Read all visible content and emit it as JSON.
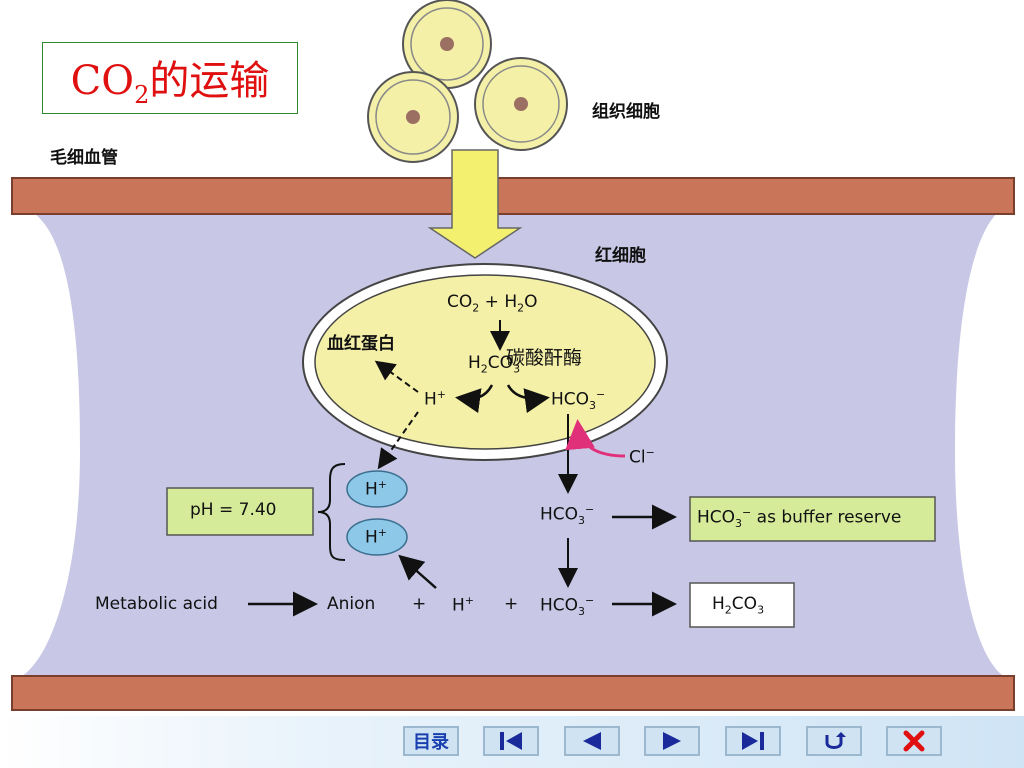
{
  "slide": {
    "title_main": "CO",
    "title_sub": "2",
    "title_rest": "的运输",
    "labels": {
      "capillary": "毛细血管",
      "tissue_cells": "组织细胞",
      "red_blood_cell": "红细胞",
      "hemoglobin": "血红蛋白",
      "carbonic_anhydrase": "碳酸酐酶"
    },
    "reactions": {
      "co2_h2o": {
        "a": "CO",
        "a_sub": "2",
        "op": " + H",
        "b_sub": "2",
        "b": "O"
      },
      "h2co3_inside": {
        "a": "H",
        "a_sub": "2",
        "b": "CO",
        "b_sub": "3"
      },
      "h_plus_inside": {
        "base": "H",
        "sup": "+"
      },
      "hco3_inside": {
        "base": "HCO",
        "sub": "3",
        "sup": "−"
      },
      "cl_minus": {
        "base": "Cl",
        "sup": "−"
      },
      "hco3_plasma": {
        "base": "HCO",
        "sub": "3",
        "sup": "−"
      },
      "h_plus_buffer_1": {
        "base": "H",
        "sup": "+"
      },
      "h_plus_buffer_2": {
        "base": "H",
        "sup": "+"
      },
      "ph": "pH = 7.40",
      "buffer_reserve": {
        "base": "HCO",
        "sub": "3",
        "sup": "−",
        "rest": " as buffer reserve"
      },
      "metabolic_acid": "Metabolic acid",
      "anion": "Anion",
      "plus1": "+",
      "h_plus_bottom": {
        "base": "H",
        "sup": "+"
      },
      "plus2": "+",
      "hco3_bottom": {
        "base": "HCO",
        "sub": "3",
        "sup": "−"
      },
      "h2co3_result": {
        "a": "H",
        "a_sub": "2",
        "b": "CO",
        "b_sub": "3"
      }
    }
  },
  "nav": {
    "menu_label": "目录",
    "buttons": [
      "first-page",
      "previous-page",
      "next-page",
      "last-page",
      "return",
      "close"
    ]
  },
  "colors": {
    "title_red": "#e01010",
    "vessel_wall": "#c9755a",
    "plasma": "#c8c8e6",
    "cell_yellow": "#f4f0a8",
    "arrow_yellow": "#f3f070",
    "buffer_green": "#d6eb9a",
    "ion_blue": "#8ec8e8",
    "cl_arrow_pink": "#e0307a"
  }
}
